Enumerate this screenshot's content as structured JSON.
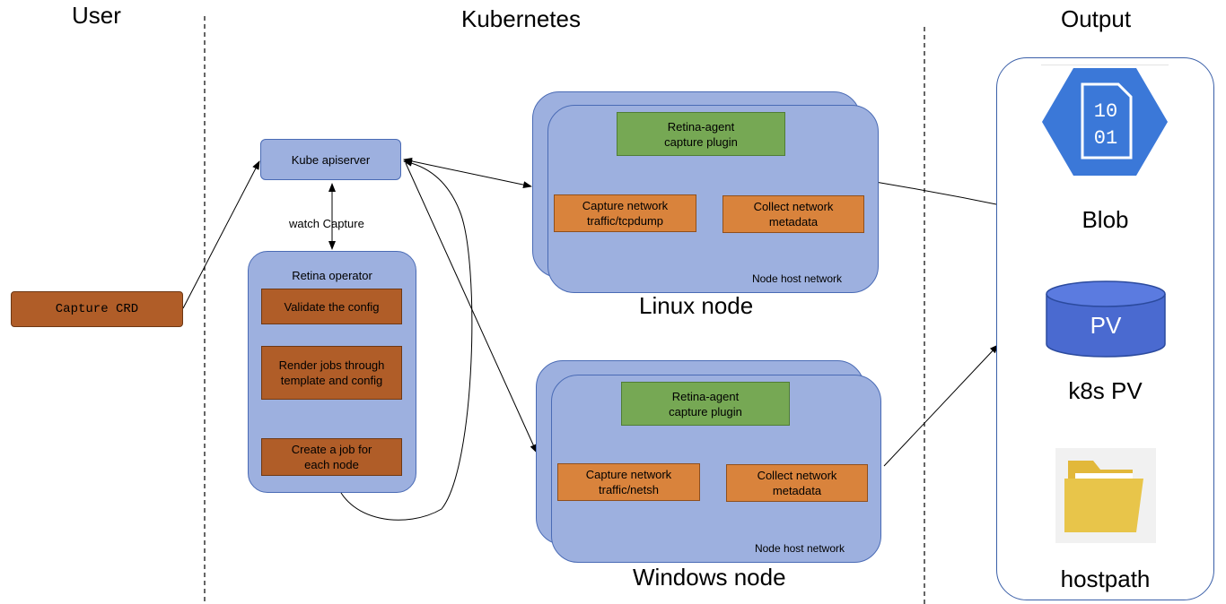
{
  "columns": {
    "user": "User",
    "kubernetes": "Kubernetes",
    "output": "Output"
  },
  "user": {
    "capture_crd": "Capture CRD"
  },
  "kube": {
    "apiserver": "Kube apiserver",
    "watch_label": "watch Capture",
    "operator": {
      "title": "Retina operator",
      "steps": [
        "Validate the config",
        "Render jobs through template and config",
        "Create a job for each node"
      ]
    }
  },
  "linux_node": {
    "caption": "Linux node",
    "agent": "Retina-agent capture plugin",
    "capture": "Capture network traffic/tcpdump",
    "collect": "Collect network metadata",
    "host_network": "Node host network"
  },
  "windows_node": {
    "caption": "Windows node",
    "agent": "Retina-agent capture plugin",
    "capture": "Capture network traffic/netsh",
    "collect": "Collect network metadata",
    "host_network": "Node host network"
  },
  "output": {
    "blob_icon_text": "10 01",
    "blob": "Blob",
    "pv_icon_text": "PV",
    "pv": "k8s PV",
    "hostpath": "hostpath"
  },
  "colors": {
    "box_blue": "#9db0df",
    "agent_green": "#76a854",
    "task_orange": "#d9833c",
    "step_brown": "#b05d28",
    "azure_blue": "#3b78d8"
  }
}
